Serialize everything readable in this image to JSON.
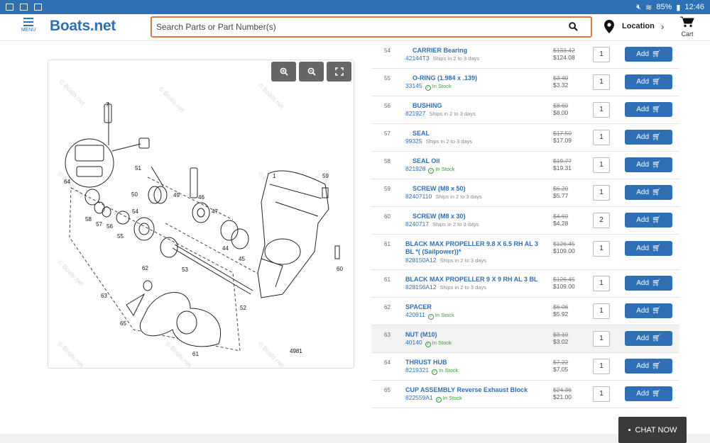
{
  "status_bar": {
    "battery": "85%",
    "time": "12:46"
  },
  "header": {
    "menu_label": "MENU",
    "logo_text": "Boats.net",
    "search_placeholder": "Search Parts or Part Number(s)",
    "location_label": "Location",
    "cart_label": "Cart",
    "accent_color": "#2f6fb5",
    "search_border_color": "#e07a3a"
  },
  "diagram": {
    "watermark": "© Boats.net",
    "figure_id": "4981",
    "callouts": [
      "7",
      "51",
      "49",
      "50",
      "46",
      "47",
      "1",
      "59",
      "64",
      "58",
      "57",
      "56",
      "55",
      "54",
      "44",
      "45",
      "53",
      "60",
      "62",
      "63",
      "52",
      "65",
      "61"
    ]
  },
  "parts": [
    {
      "num": "54",
      "name": "CARRIER Bearing",
      "part": "42144T3",
      "availability": "Ships in 2 to 3 days",
      "in_stock": false,
      "old_price": "$133.42",
      "price": "$124.08",
      "qty": "1"
    },
    {
      "num": "55",
      "name": "O-RING (1.984 x .139)",
      "part": "33145",
      "availability": "In Stock",
      "in_stock": true,
      "old_price": "$3.40",
      "price": "$3.32",
      "qty": "1"
    },
    {
      "num": "56",
      "name": "BUSHING",
      "part": "821927",
      "availability": "Ships in 2 to 3 days",
      "in_stock": false,
      "old_price": "$8.60",
      "price": "$8.00",
      "qty": "1"
    },
    {
      "num": "57",
      "name": "SEAL",
      "part": "99325",
      "availability": "Ships in 2 to 3 days",
      "in_stock": false,
      "old_price": "$17.50",
      "price": "$17.09",
      "qty": "1"
    },
    {
      "num": "58",
      "name": "SEAL Oil",
      "part": "821928",
      "availability": "In Stock",
      "in_stock": true,
      "old_price": "$19.77",
      "price": "$19.31",
      "qty": "1"
    },
    {
      "num": "59",
      "name": "SCREW (M8 x 50)",
      "part": "82407110",
      "availability": "Ships in 2 to 3 days",
      "in_stock": false,
      "old_price": "$6.20",
      "price": "$5.77",
      "qty": "1"
    },
    {
      "num": "60",
      "name": "SCREW (M8 x 30)",
      "part": "8240717",
      "availability": "Ships in 2 to 3 days",
      "in_stock": false,
      "old_price": "$4.60",
      "price": "$4.28",
      "qty": "2"
    },
    {
      "num": "61",
      "name": "BLACK MAX PROPELLER 9.8 X 6.5 RH AL 3 BL *( (Sailpower))*",
      "part": "828150A12",
      "availability": "Ships in 2 to 3 days",
      "in_stock": false,
      "old_price": "$126.45",
      "price": "$109.00",
      "qty": "1"
    },
    {
      "num": "61",
      "name": "BLACK MAX PROPELLER 9 X 9 RH AL 3 BL",
      "part": "828156A12",
      "availability": "Ships in 2 to 3 days",
      "in_stock": false,
      "old_price": "$126.45",
      "price": "$109.00",
      "qty": "1"
    },
    {
      "num": "62",
      "name": "SPACER",
      "part": "420911",
      "availability": "In Stock",
      "in_stock": true,
      "old_price": "$6.06",
      "price": "$5.92",
      "qty": "1"
    },
    {
      "num": "63",
      "name": "NUT (M10)",
      "part": "40140",
      "availability": "In Stock",
      "in_stock": true,
      "old_price": "$3.10",
      "price": "$3.02",
      "qty": "1"
    },
    {
      "num": "64",
      "name": "THRUST HUB",
      "part": "8219321",
      "availability": "In Stock",
      "in_stock": true,
      "old_price": "$7.22",
      "price": "$7.05",
      "qty": "1"
    },
    {
      "num": "65",
      "name": "CUP ASSEMBLY Reverse Exhaust Block",
      "part": "822559A1",
      "availability": "In Stock",
      "in_stock": true,
      "old_price": "$24.36",
      "price": "$21.00",
      "qty": "1"
    }
  ],
  "add_label": "Add",
  "chat_label": "CHAT NOW"
}
